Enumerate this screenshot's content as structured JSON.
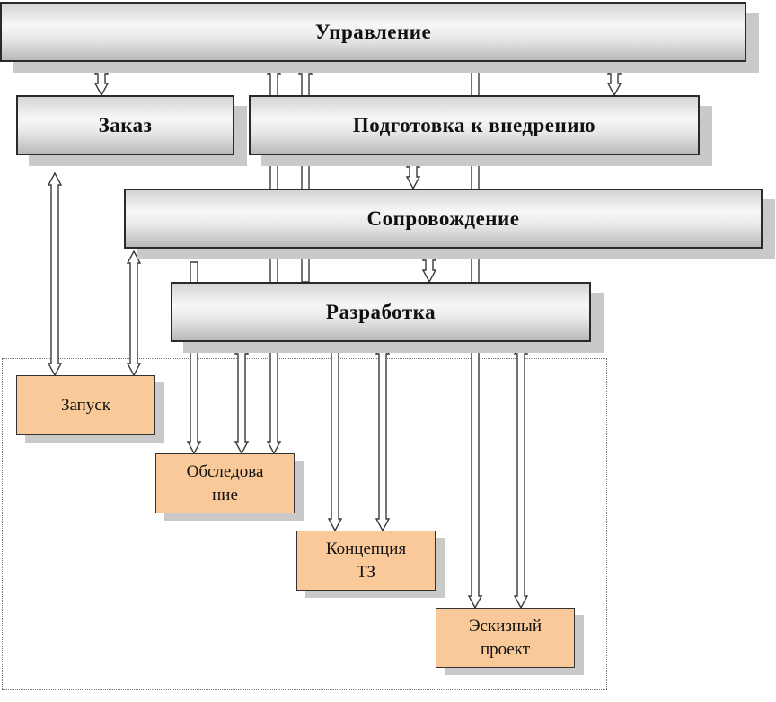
{
  "blocks": {
    "management": "Управление",
    "order": "Заказ",
    "preparation": "Подготовка к внедрению",
    "support": "Сопровождение",
    "development": "Разработка"
  },
  "steps": {
    "launch": "Запуск",
    "survey_1": "Обследова",
    "survey_2": "ние",
    "concept_1": "Концепция",
    "concept_2": "ТЗ",
    "draft_1": "Эскизный",
    "draft_2": "проект"
  },
  "colors": {
    "block_fill": "#e8e8e8",
    "step_fill": "#f9c99a",
    "outline": "#2a2a2a"
  }
}
